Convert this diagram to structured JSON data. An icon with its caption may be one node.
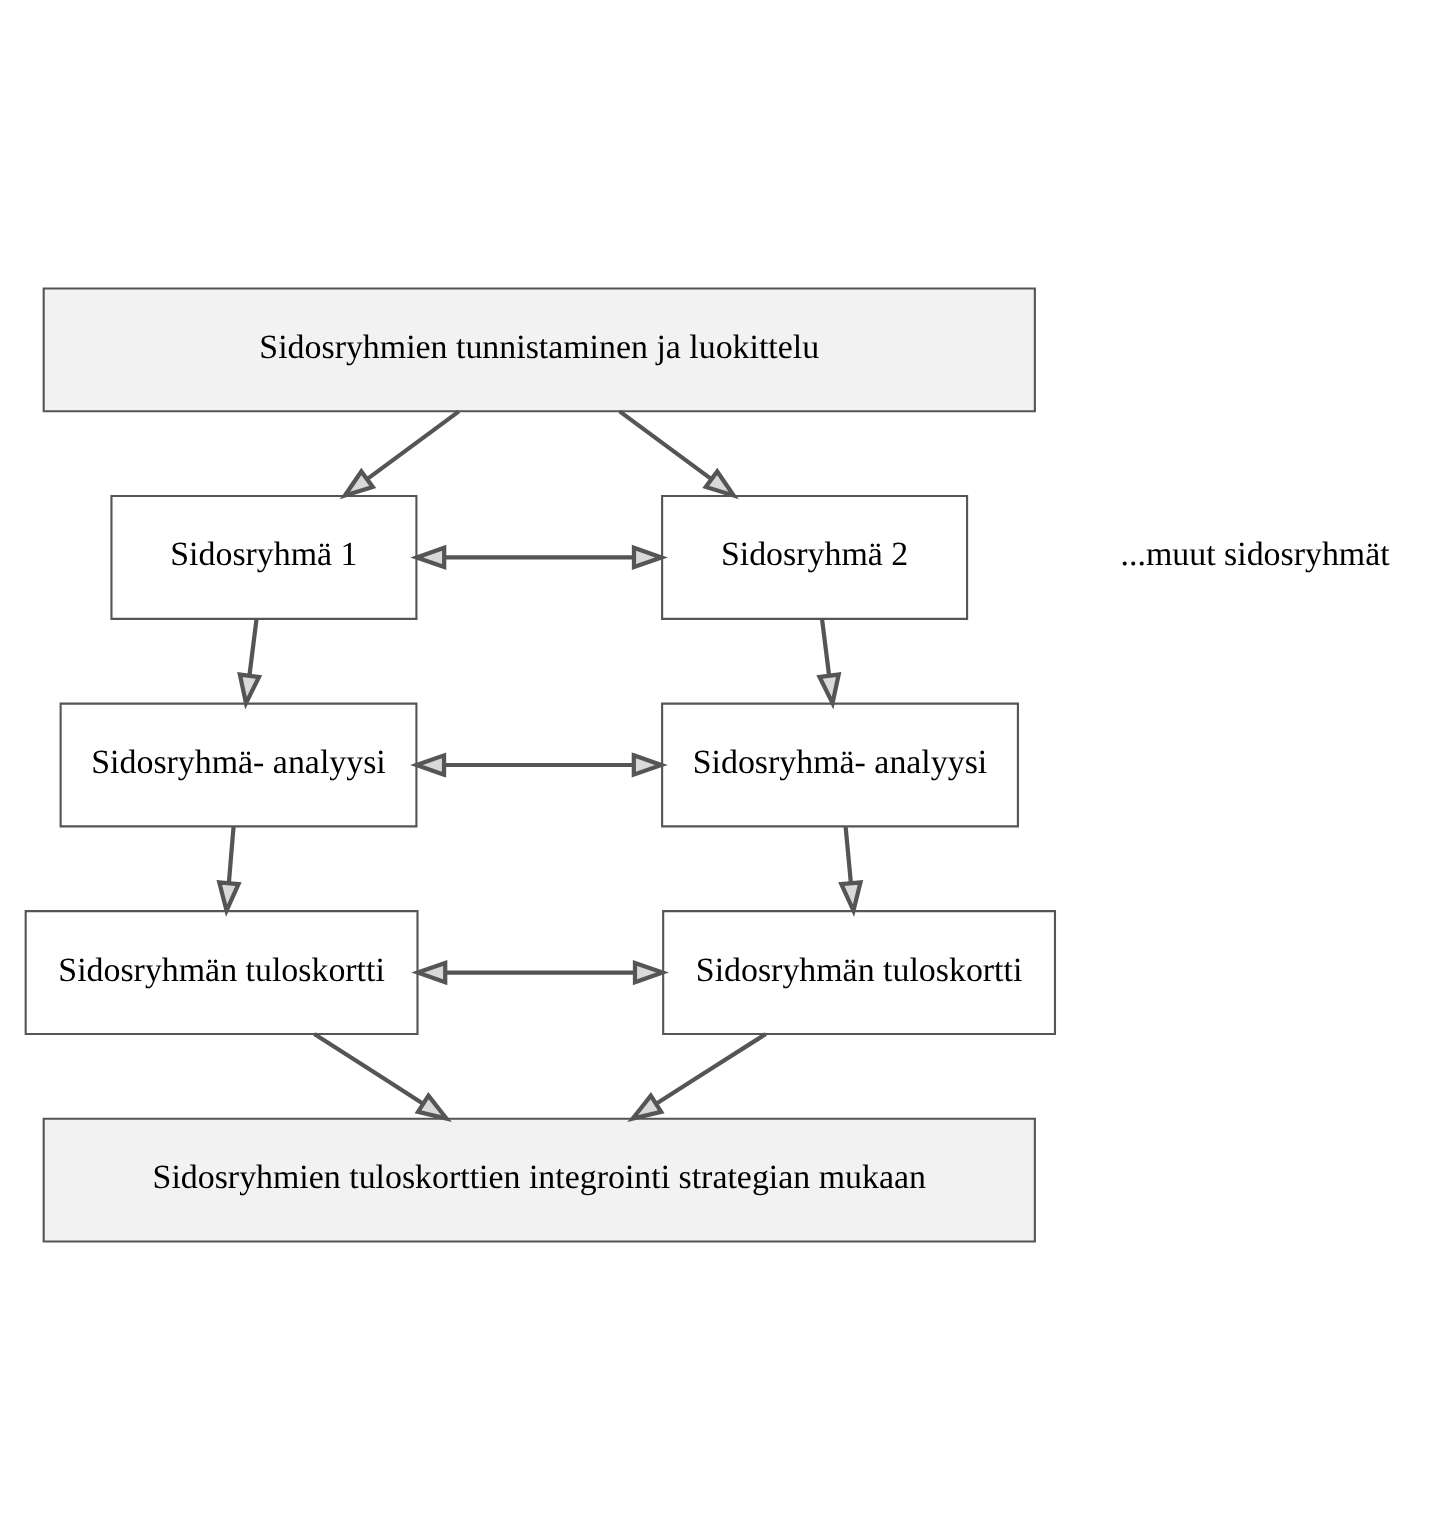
{
  "diagram": {
    "nodes": [
      {
        "text": [
          "Sidosryhmien tunnistaminen ja luokittelu"
        ]
      },
      {
        "text": [
          "Sidosryhmä 1"
        ]
      },
      {
        "text": [
          "Sidosryhmä 2"
        ]
      },
      {
        "text": [
          "Sidosryhmä- analyysi"
        ]
      },
      {
        "text": [
          "Sidosryhmä- analyysi"
        ]
      },
      {
        "text": [
          "Sidosryhmän tuloskortti"
        ]
      },
      {
        "text": [
          "Sidosryhmän tuloskortti"
        ]
      },
      {
        "text": [
          "Sidosryhmien tuloskorttien integrointi strategian mukaan"
        ]
      }
    ],
    "edges": [
      {
        "from": 0,
        "to": 1,
        "arrow": "to"
      },
      {
        "from": 0,
        "to": 2,
        "arrow": "to"
      },
      {
        "from": 1,
        "to": 2,
        "arrow": "both"
      },
      {
        "from": 1,
        "to": 3,
        "arrow": "to"
      },
      {
        "from": 2,
        "to": 4,
        "arrow": "to"
      },
      {
        "from": 3,
        "to": 4,
        "arrow": "both"
      },
      {
        "from": 3,
        "to": 5,
        "arrow": "to"
      },
      {
        "from": 4,
        "to": 6,
        "arrow": "to"
      },
      {
        "from": 5,
        "to": 6,
        "arrow": "both"
      },
      {
        "from": 5,
        "to": 7,
        "arrow": "to"
      },
      {
        "from": 6,
        "to": 7,
        "arrow": "to"
      }
    ],
    "labels": [
      "...muut sidosryhmät"
    ]
  }
}
